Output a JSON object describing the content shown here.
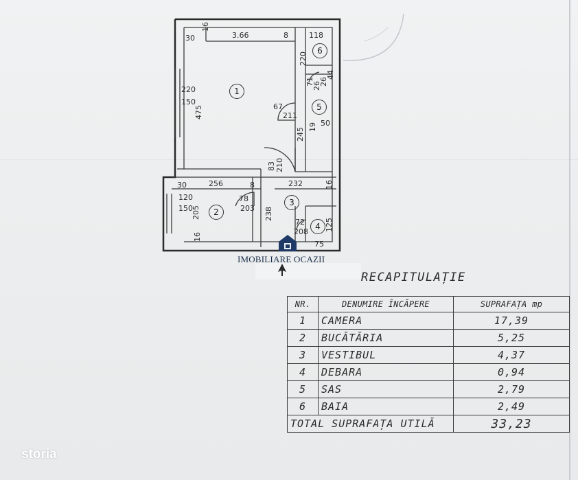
{
  "plan": {
    "dims": {
      "top_30": "30",
      "top_366": "3.66",
      "top_8": "8",
      "top_16": "16",
      "top_118": "118",
      "left_220": "220",
      "left_150": "150",
      "left_475": "475",
      "r6_220": "220",
      "r5_71": "71",
      "r5_26a": "26",
      "r5_26b": "26",
      "r5_44": "44",
      "door_67": "67",
      "door_211": "211",
      "r5_245": "245",
      "r5_19": "19",
      "r5_50": "50",
      "mid_83": "83",
      "mid_210": "210",
      "k_30": "30",
      "k_256": "256",
      "k_8": "8",
      "k_120": "120",
      "k_150": "150",
      "k_205": "205",
      "k_16": "16",
      "k_78": "78",
      "k_203": "203",
      "v_232": "232",
      "v_16": "16",
      "v_238": "238",
      "d_72": "72",
      "d_208": "208",
      "d_125": "125",
      "d_75": "75"
    },
    "room_numbers": [
      "1",
      "2",
      "3",
      "4",
      "5",
      "6"
    ]
  },
  "watermark": {
    "text": "IMOBILIARE OCAZII"
  },
  "recap": {
    "title": "RECAPITULAȚIE",
    "headers": {
      "nr": "NR.",
      "name": "DENUMIRE ÎNCĂPERE",
      "area": "SUPRAFAȚA mp"
    },
    "rows": [
      {
        "nr": "1",
        "name": "CAMERA",
        "area": "17,39"
      },
      {
        "nr": "2",
        "name": "BUCĂTĂRIA",
        "area": "5,25"
      },
      {
        "nr": "3",
        "name": "VESTIBUL",
        "area": "4,37"
      },
      {
        "nr": "4",
        "name": "DEBARA",
        "area": "0,94"
      },
      {
        "nr": "5",
        "name": "SAS",
        "area": "2,79"
      },
      {
        "nr": "6",
        "name": "BAIA",
        "area": "2,49"
      }
    ],
    "total_label": "TOTAL SUPRAFAȚA UTILĂ",
    "total_value": "33,23"
  },
  "brand": {
    "logo_text": "storia"
  }
}
